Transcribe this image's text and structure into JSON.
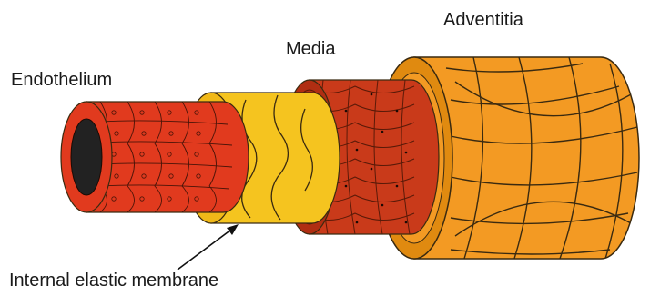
{
  "labels": {
    "endothelium": "Endothelium",
    "media": "Media",
    "adventitia": "Adventitia",
    "internal_elastic_membrane": "Internal elastic membrane"
  },
  "colors": {
    "endothelium": "#e13a1e",
    "lumen": "#222222",
    "elastic_membrane": "#f5c41f",
    "media": "#c93a1a",
    "adventitia": "#f39a23",
    "adventitia_rim": "#e08a10",
    "outline": "#3a2a10"
  }
}
